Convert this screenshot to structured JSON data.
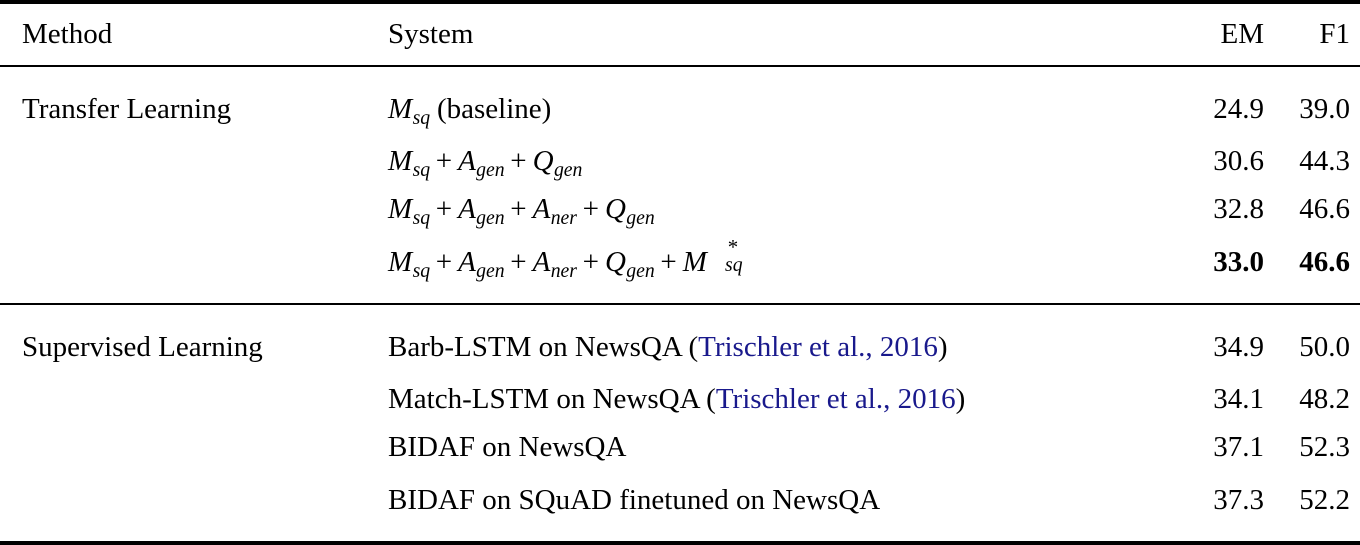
{
  "table": {
    "columns": [
      {
        "key": "method",
        "label": "Method",
        "align": "left"
      },
      {
        "key": "system",
        "label": "System",
        "align": "left"
      },
      {
        "key": "em",
        "label": "EM",
        "align": "right"
      },
      {
        "key": "f1",
        "label": "F1",
        "align": "right"
      }
    ],
    "blocks": [
      {
        "name": "transfer-learning",
        "method": "Transfer Learning",
        "rows": [
          {
            "system_parts": [
              {
                "type": "math-var",
                "base": "M",
                "sub": "sq"
              },
              {
                "type": "roman",
                "text": " (baseline)"
              }
            ],
            "system_plain": "M_sq (baseline)",
            "em": "24.9",
            "f1": "39.0",
            "bold": false
          },
          {
            "system_parts": [
              {
                "type": "math-var",
                "base": "M",
                "sub": "sq"
              },
              {
                "type": "op",
                "text": "+"
              },
              {
                "type": "math-var",
                "base": "A",
                "sub": "gen"
              },
              {
                "type": "op",
                "text": "+"
              },
              {
                "type": "math-var",
                "base": "Q",
                "sub": "gen"
              }
            ],
            "system_plain": "M_sq + A_gen + Q_gen",
            "em": "30.6",
            "f1": "44.3",
            "bold": false
          },
          {
            "system_parts": [
              {
                "type": "math-var",
                "base": "M",
                "sub": "sq"
              },
              {
                "type": "op",
                "text": "+"
              },
              {
                "type": "math-var",
                "base": "A",
                "sub": "gen"
              },
              {
                "type": "op",
                "text": "+"
              },
              {
                "type": "math-var",
                "base": "A",
                "sub": "ner"
              },
              {
                "type": "op",
                "text": "+"
              },
              {
                "type": "math-var",
                "base": "Q",
                "sub": "gen"
              }
            ],
            "system_plain": "M_sq + A_gen + A_ner + Q_gen",
            "em": "32.8",
            "f1": "46.6",
            "bold": false
          },
          {
            "system_parts": [
              {
                "type": "math-var",
                "base": "M",
                "sub": "sq"
              },
              {
                "type": "op",
                "text": "+"
              },
              {
                "type": "math-var",
                "base": "A",
                "sub": "gen"
              },
              {
                "type": "op",
                "text": "+"
              },
              {
                "type": "math-var",
                "base": "A",
                "sub": "ner"
              },
              {
                "type": "op",
                "text": "+"
              },
              {
                "type": "math-var",
                "base": "Q",
                "sub": "gen"
              },
              {
                "type": "op",
                "text": "+"
              },
              {
                "type": "math-var-star",
                "base": "M",
                "sub": "sq",
                "sup": "*"
              }
            ],
            "system_plain": "M_sq + A_gen + A_ner + Q_gen + M*_sq",
            "em": "33.0",
            "f1": "46.6",
            "bold": true
          }
        ]
      },
      {
        "name": "supervised-learning",
        "method": "Supervised Learning",
        "rows": [
          {
            "system_parts": [
              {
                "type": "roman",
                "text": "Barb-LSTM on NewsQA "
              },
              {
                "type": "paren",
                "text": "("
              },
              {
                "type": "cite",
                "text": "Trischler et al., 2016"
              },
              {
                "type": "paren",
                "text": ")"
              }
            ],
            "system_plain": "Barb-LSTM on NewsQA (Trischler et al., 2016)",
            "em": "34.9",
            "f1": "50.0",
            "bold": false
          },
          {
            "system_parts": [
              {
                "type": "roman",
                "text": "Match-LSTM on NewsQA "
              },
              {
                "type": "paren",
                "text": "("
              },
              {
                "type": "cite",
                "text": "Trischler et al., 2016"
              },
              {
                "type": "paren",
                "text": ")"
              }
            ],
            "system_plain": "Match-LSTM on NewsQA (Trischler et al., 2016)",
            "em": "34.1",
            "f1": "48.2",
            "bold": false
          },
          {
            "system_parts": [
              {
                "type": "roman",
                "text": "BIDAF on NewsQA"
              }
            ],
            "system_plain": "BIDAF on NewsQA",
            "em": "37.1",
            "f1": "52.3",
            "bold": false
          },
          {
            "system_parts": [
              {
                "type": "roman",
                "text": "BIDAF on SQuAD finetuned on NewsQA"
              }
            ],
            "system_plain": "BIDAF on SQuAD finetuned on NewsQA",
            "em": "37.3",
            "f1": "52.2",
            "bold": false
          }
        ]
      }
    ]
  },
  "colors": {
    "text": "#000000",
    "citation_link": "#19198c",
    "rule": "#000000",
    "background": "#ffffff"
  }
}
